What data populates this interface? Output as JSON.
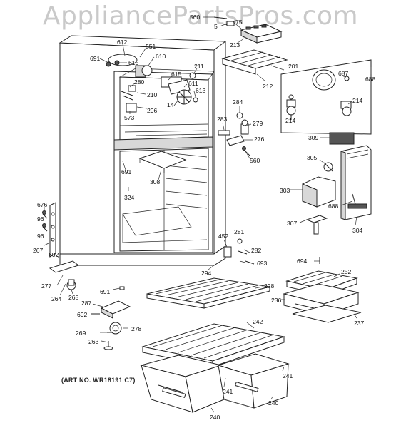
{
  "watermark": "AppliancePartsPros.com",
  "art_number": "(ART NO. WR18191 C7)",
  "labels": {
    "p560a": "560",
    "p5": "5",
    "p75": "75",
    "p213": "213",
    "p612": "612",
    "p551": "551",
    "p691a": "691",
    "p610": "610",
    "p615a": "615",
    "p201": "201",
    "p211": "211",
    "p687": "687",
    "p688a": "688",
    "p212": "212",
    "p280": "280",
    "p615b": "615",
    "p611": "611",
    "p210": "210",
    "p613": "613",
    "p14": "14",
    "p296": "296",
    "p573": "573",
    "p284": "284",
    "p214a": "214",
    "p214b": "214",
    "p283": "283",
    "p279": "279",
    "p276": "276",
    "p560b": "560",
    "p309": "309",
    "p691b": "691",
    "p308": "308",
    "p305": "305",
    "p324": "324",
    "p303": "303",
    "p688b": "688",
    "p676": "676",
    "p96a": "96",
    "p96b": "96",
    "p307": "307",
    "p304": "304",
    "p267": "267",
    "p602": "602",
    "p452": "452",
    "p281": "281",
    "p282": "282",
    "p693": "693",
    "p694": "694",
    "p294": "294",
    "p252": "252",
    "p277": "277",
    "p264": "264",
    "p265": "265",
    "p228": "228",
    "p691c": "691",
    "p236": "236",
    "p287": "287",
    "p237": "237",
    "p692": "692",
    "p242": "242",
    "p269": "269",
    "p278": "278",
    "p263": "263",
    "p241a": "241",
    "p241b": "241",
    "p240a": "240",
    "p240b": "240"
  }
}
